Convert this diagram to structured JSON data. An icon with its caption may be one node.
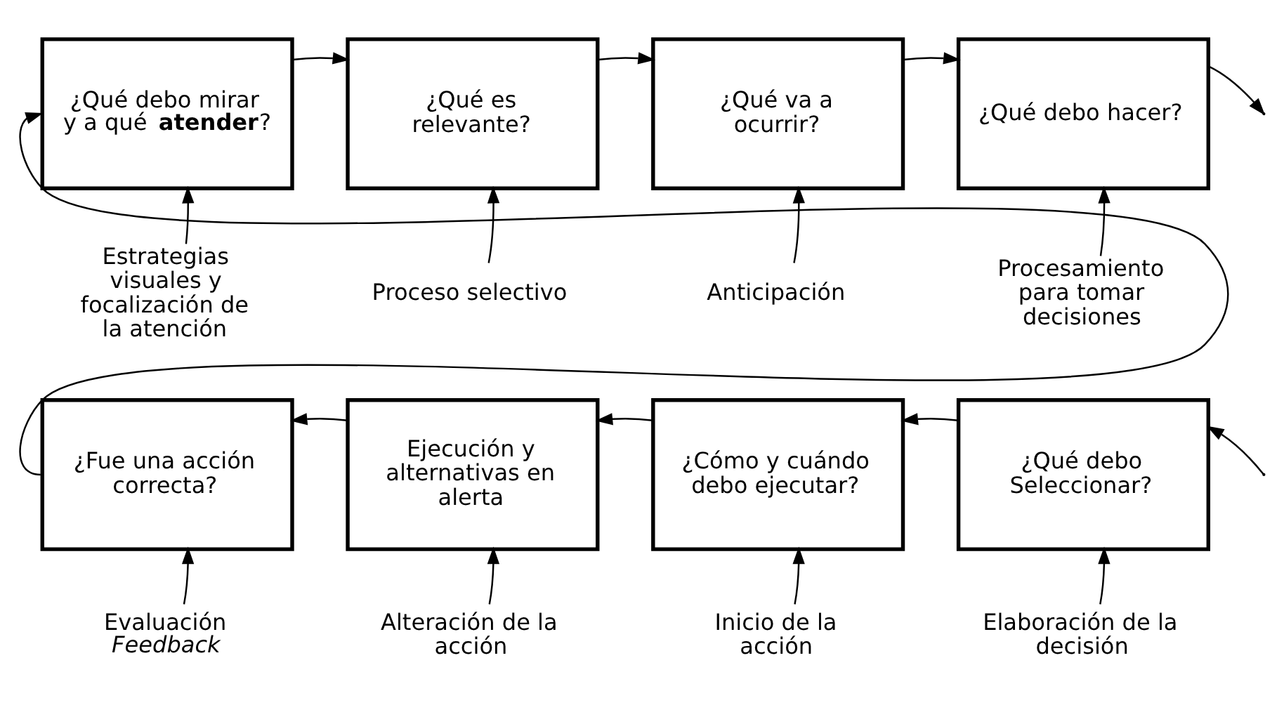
{
  "diagram": {
    "nodes": [
      {
        "text": [
          "¿Qué debo mirar y a qué **atender**?"
        ]
      },
      {
        "text": [
          "¿Qué es relevante?"
        ]
      },
      {
        "text": [
          "¿Qué va a ocurrir?"
        ]
      },
      {
        "text": [
          "¿Qué debo hacer?"
        ]
      },
      {
        "text": [
          "Estrategias visuales y focalización de la atención"
        ]
      },
      {
        "text": [
          "Proceso selectivo"
        ]
      },
      {
        "text": [
          "Anticipación"
        ]
      },
      {
        "text": [
          "Procesamiento para tomar decisiones"
        ]
      },
      {
        "text": [
          "¿Fue una acción correcta?"
        ]
      },
      {
        "text": [
          "Ejecución y alternativas en alerta"
        ]
      },
      {
        "text": [
          "¿Cómo y cuándo debo ejecutar?"
        ]
      },
      {
        "text": [
          "¿Qué debo Seleccionar?"
        ]
      },
      {
        "text": [
          "Evaluación *Feedback*"
        ]
      },
      {
        "text": [
          "Alteración de la acción"
        ]
      },
      {
        "text": [
          "Inicio de la acción"
        ]
      },
      {
        "text": [
          "Elaboración de la decisión"
        ]
      }
    ],
    "edges": [
      {
        "from": 0,
        "to": 1,
        "arrow": "to"
      },
      {
        "from": 1,
        "to": 2,
        "arrow": "to"
      },
      {
        "from": 2,
        "to": 3,
        "arrow": "to"
      },
      {
        "from": 3,
        "to": null,
        "arrow": "to"
      },
      {
        "from": 4,
        "to": 0,
        "arrow": "to"
      },
      {
        "from": 5,
        "to": 1,
        "arrow": "to"
      },
      {
        "from": 6,
        "to": 2,
        "arrow": "to"
      },
      {
        "from": 7,
        "to": 3,
        "arrow": "to"
      },
      {
        "from": null,
        "to": 11,
        "arrow": "to"
      },
      {
        "from": 11,
        "to": 10,
        "arrow": "to"
      },
      {
        "from": 10,
        "to": 9,
        "arrow": "to"
      },
      {
        "from": 9,
        "to": 8,
        "arrow": "to"
      },
      {
        "from": 8,
        "to": 0,
        "arrow": "to"
      },
      {
        "from": 12,
        "to": 8,
        "arrow": "to"
      },
      {
        "from": 13,
        "to": 9,
        "arrow": "to"
      },
      {
        "from": 14,
        "to": 10,
        "arrow": "to"
      },
      {
        "from": 15,
        "to": 11,
        "arrow": "to"
      }
    ]
  }
}
